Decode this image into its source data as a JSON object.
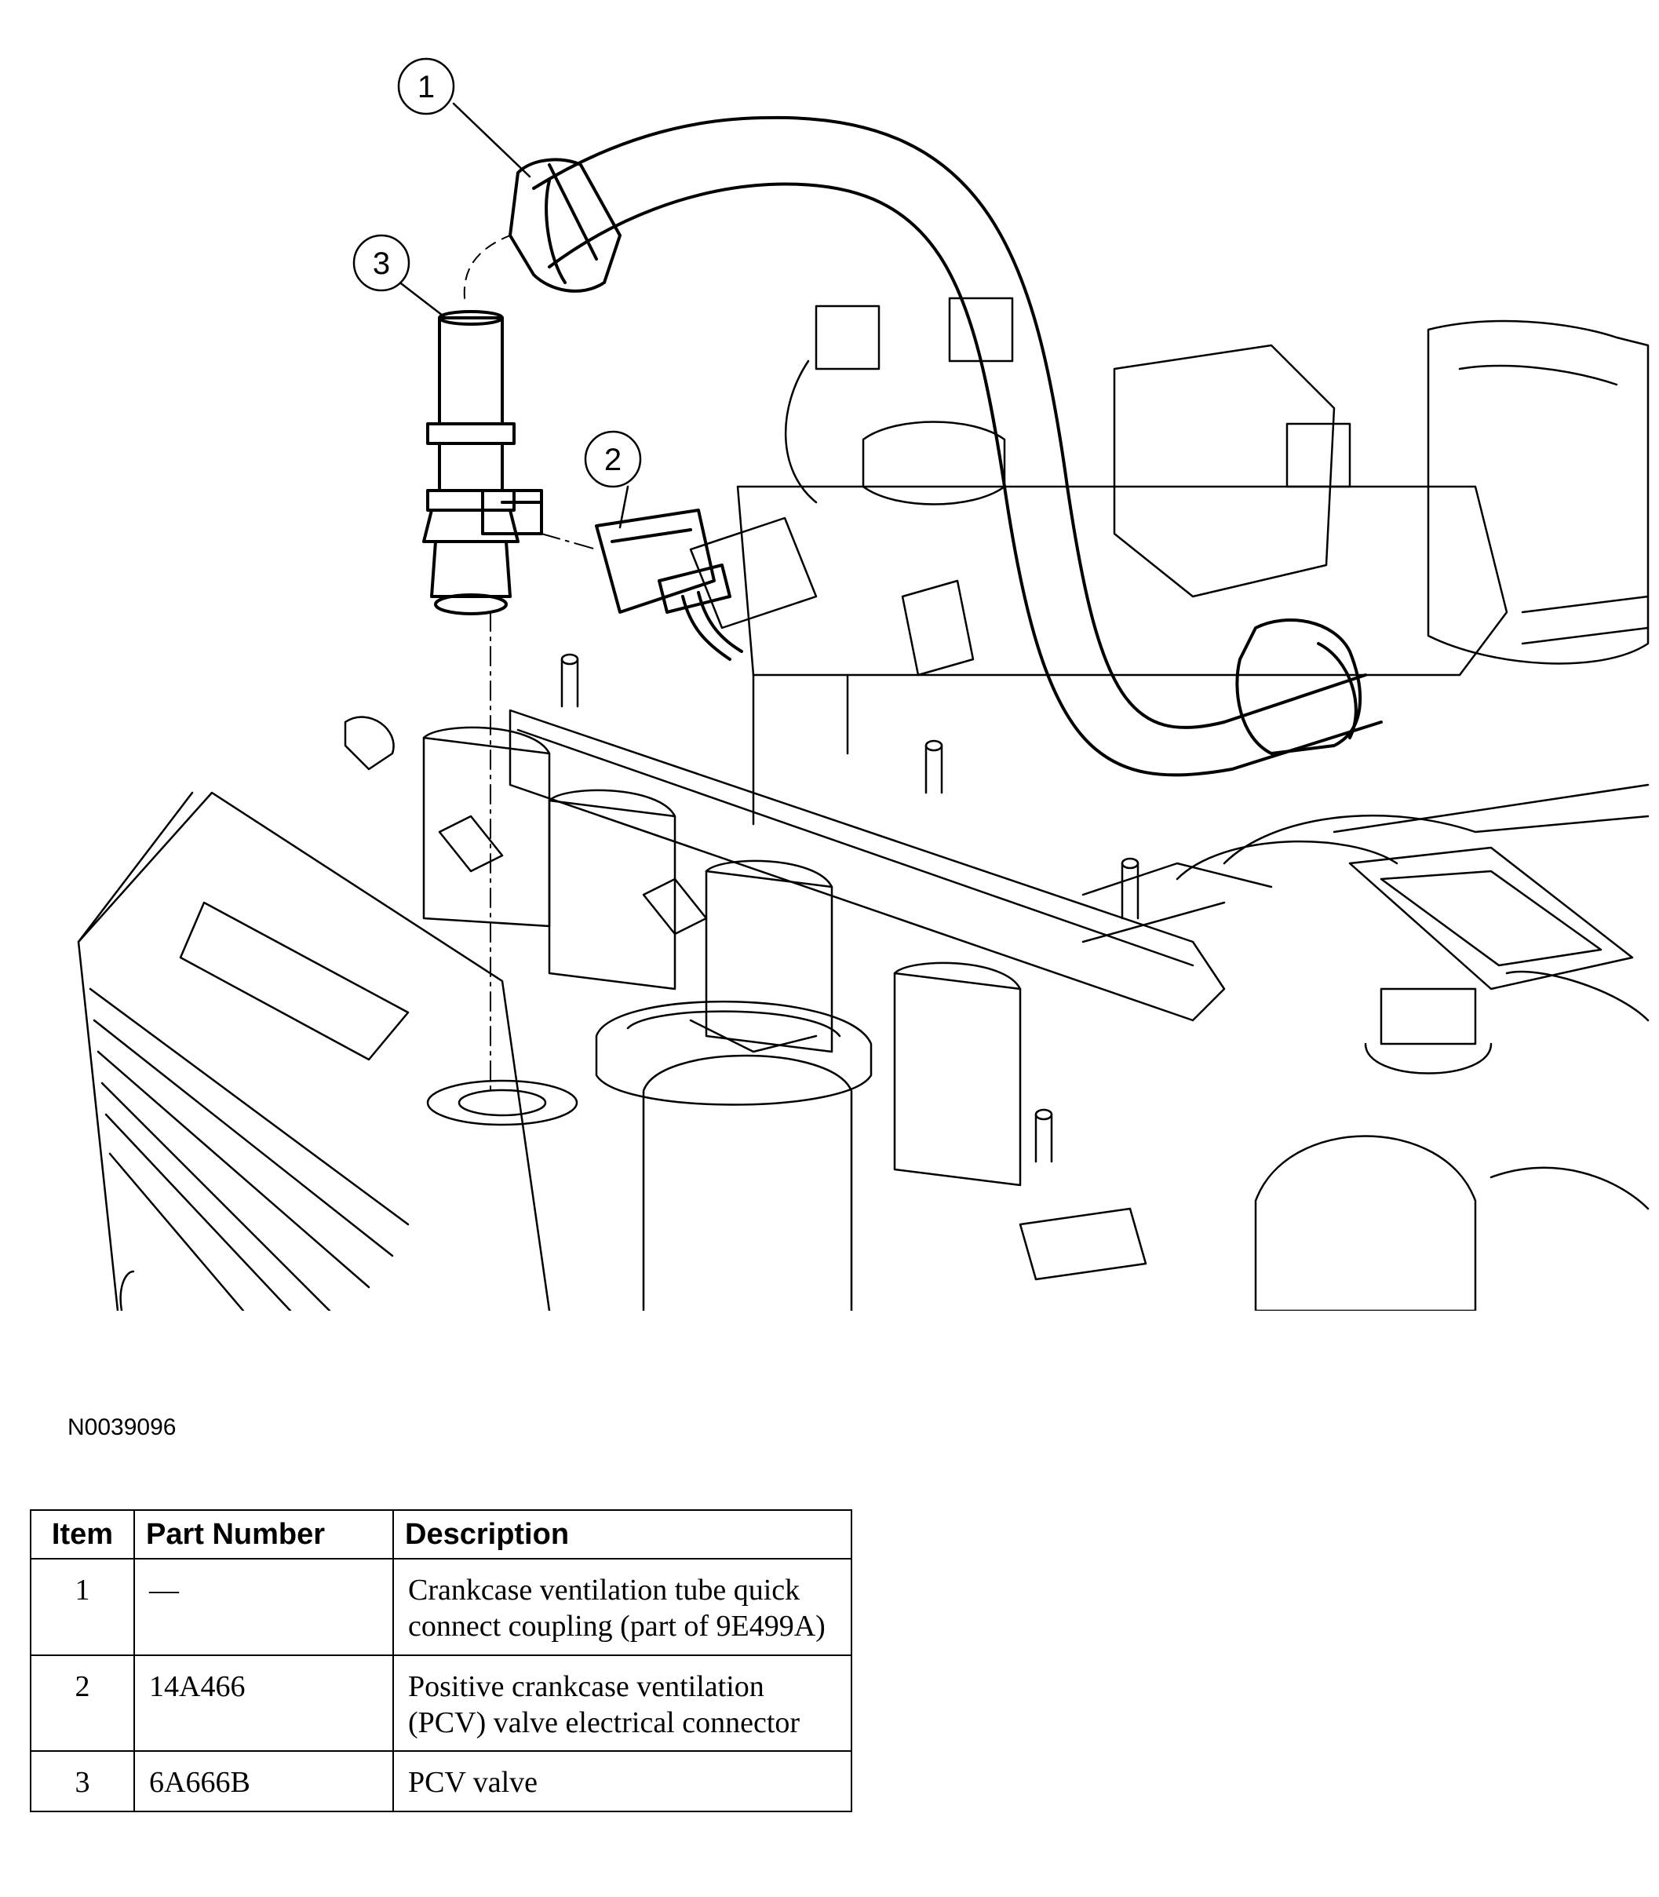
{
  "callouts": [
    "1",
    "2",
    "3"
  ],
  "figure_id": "N0039096",
  "legend": {
    "headers": {
      "item": "Item",
      "part_number": "Part Number",
      "description": "Description"
    },
    "rows": [
      {
        "item": "1",
        "part_number": "—",
        "description": "Crankcase ventilation tube quick connect coupling (part of 9E499A)"
      },
      {
        "item": "2",
        "part_number": "14A466",
        "description": "Positive crankcase ventilation (PCV) valve electrical connector"
      },
      {
        "item": "3",
        "part_number": "6A666B",
        "description": "PCV valve"
      }
    ]
  },
  "colors": {
    "line": "#000000",
    "background": "#ffffff"
  }
}
